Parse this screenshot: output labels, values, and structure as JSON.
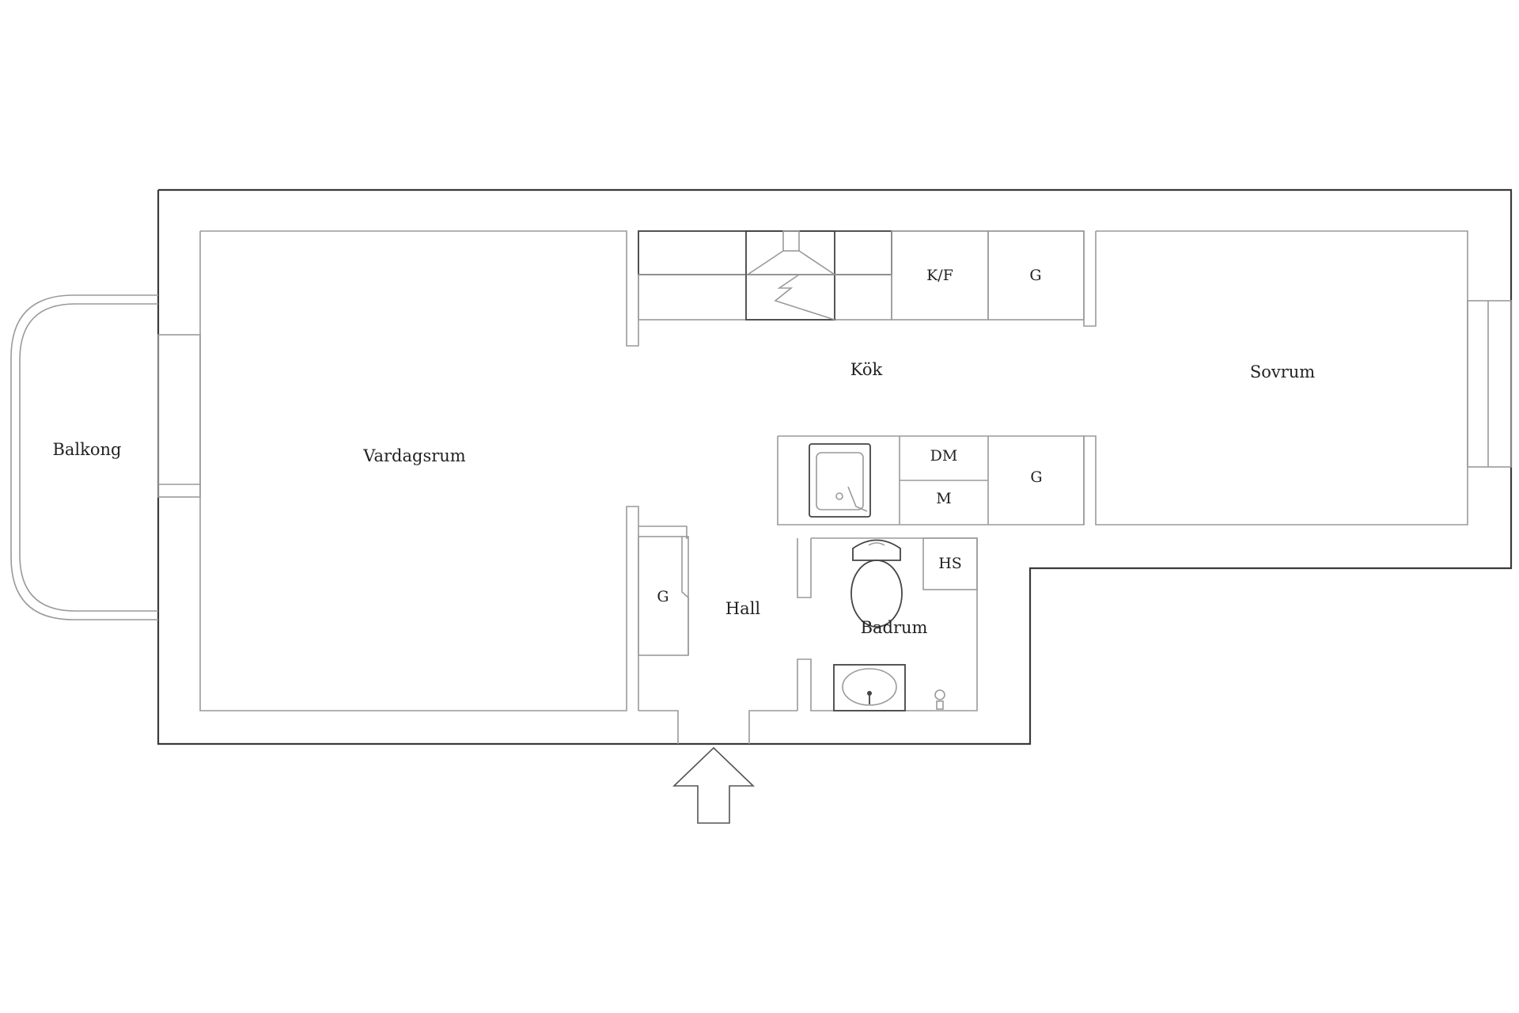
{
  "rooms": {
    "balcony": "Balkong",
    "living_room": "Vardagsrum",
    "kitchen": "Kök",
    "bedroom": "Sovrum",
    "hall": "Hall",
    "bathroom": "Badrum"
  },
  "fixtures": {
    "fridge_freezer": "K/F",
    "kitchen_wardrobe": "G",
    "dishwasher": "DM",
    "microwave": "M",
    "kitchen_wardrobe_2": "G",
    "hall_wardrobe": "G",
    "bathroom_cabinet": "HS"
  },
  "icons": {
    "entrance": "entrance-arrow-icon",
    "toilet": "toilet-icon",
    "sink": "kitchen-sink-icon",
    "basin": "wash-basin-icon",
    "hood": "cooker-hood-icon"
  }
}
